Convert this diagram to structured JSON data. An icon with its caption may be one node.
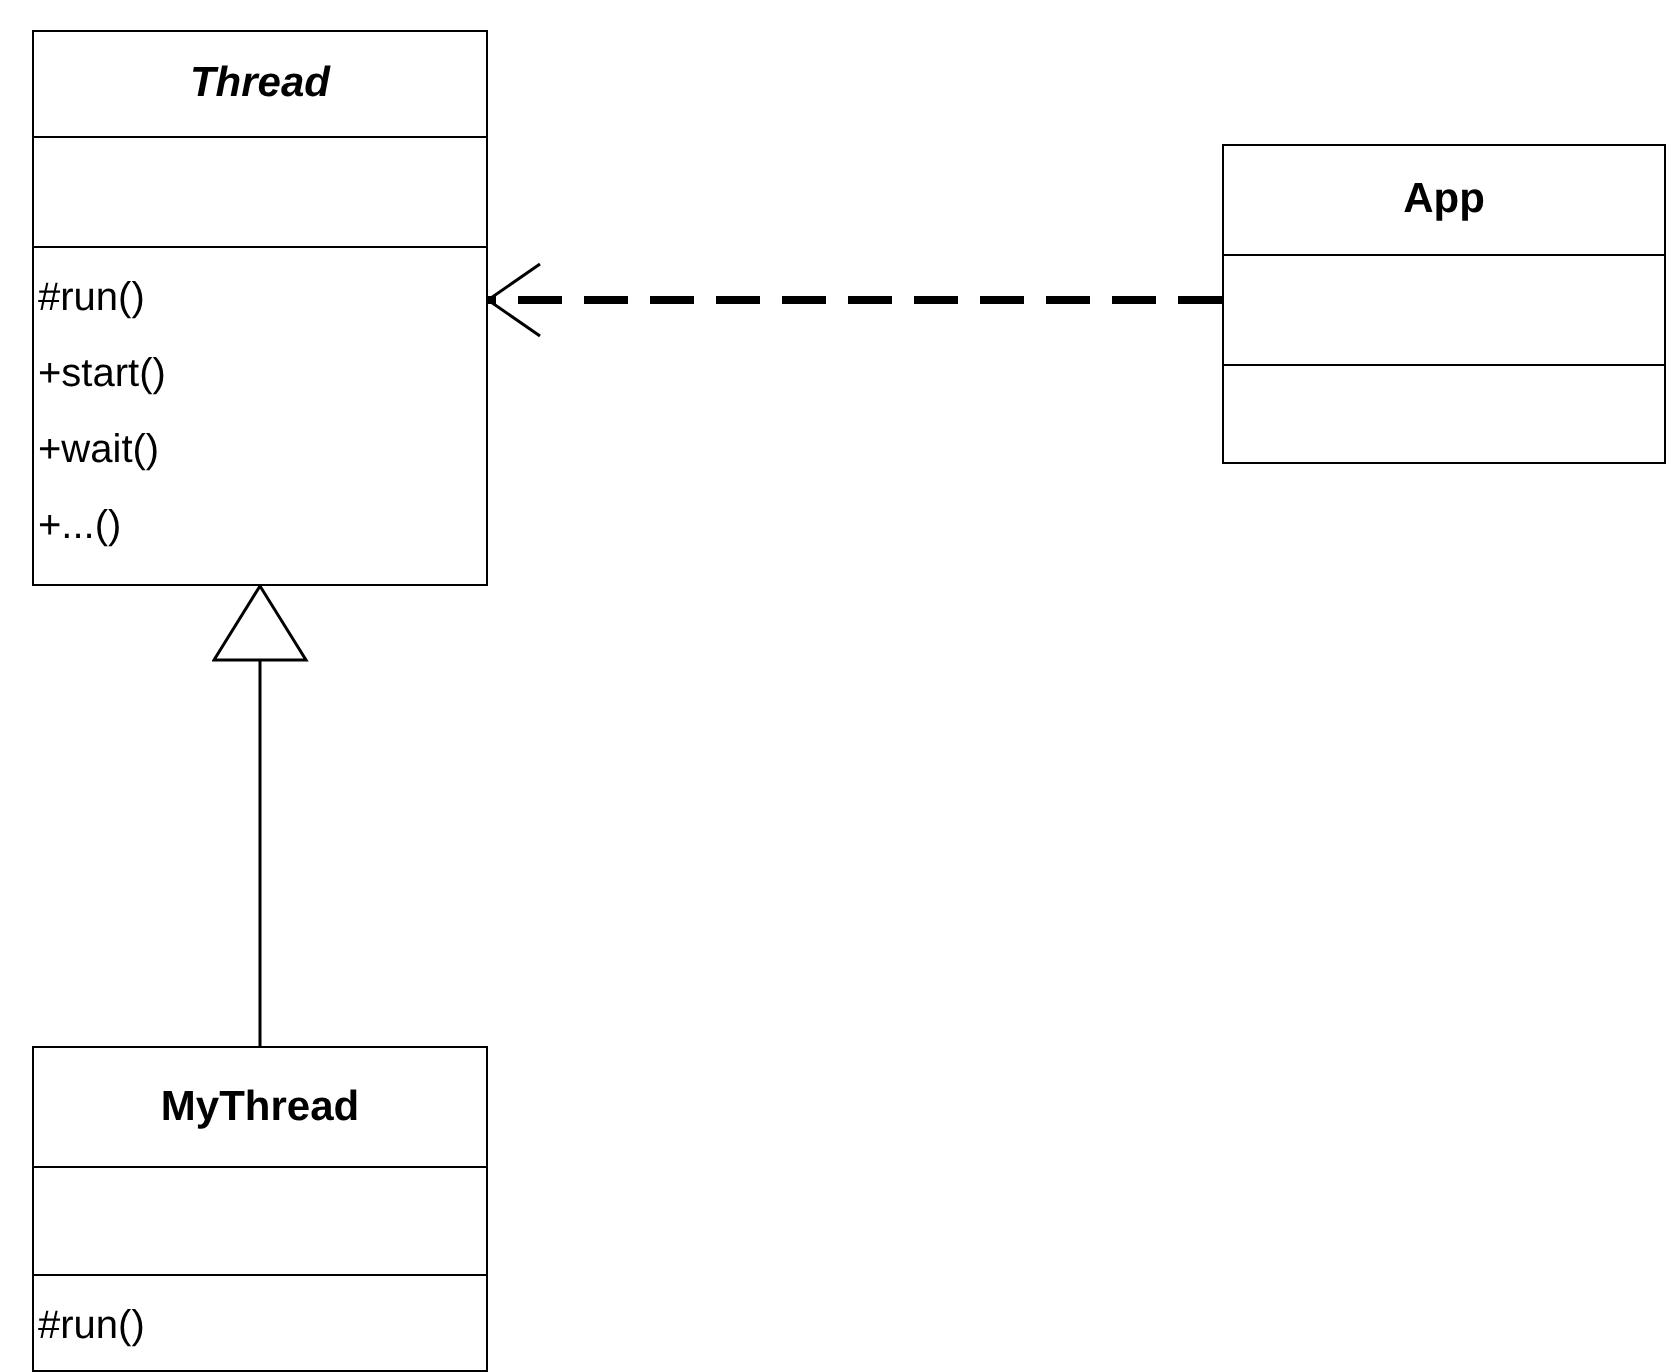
{
  "diagram": {
    "nodes": [
      {
        "text": [
          "Thread",
          "#run()",
          "+start()",
          "+wait()",
          "+...()"
        ]
      },
      {
        "text": [
          "App"
        ]
      },
      {
        "text": [
          "MyThread",
          "#run()"
        ]
      }
    ],
    "edges": [
      {
        "from": 1,
        "to": 0,
        "arrow": "to",
        "style": "dashed"
      },
      {
        "from": 2,
        "to": 0,
        "arrow": "to"
      }
    ]
  }
}
